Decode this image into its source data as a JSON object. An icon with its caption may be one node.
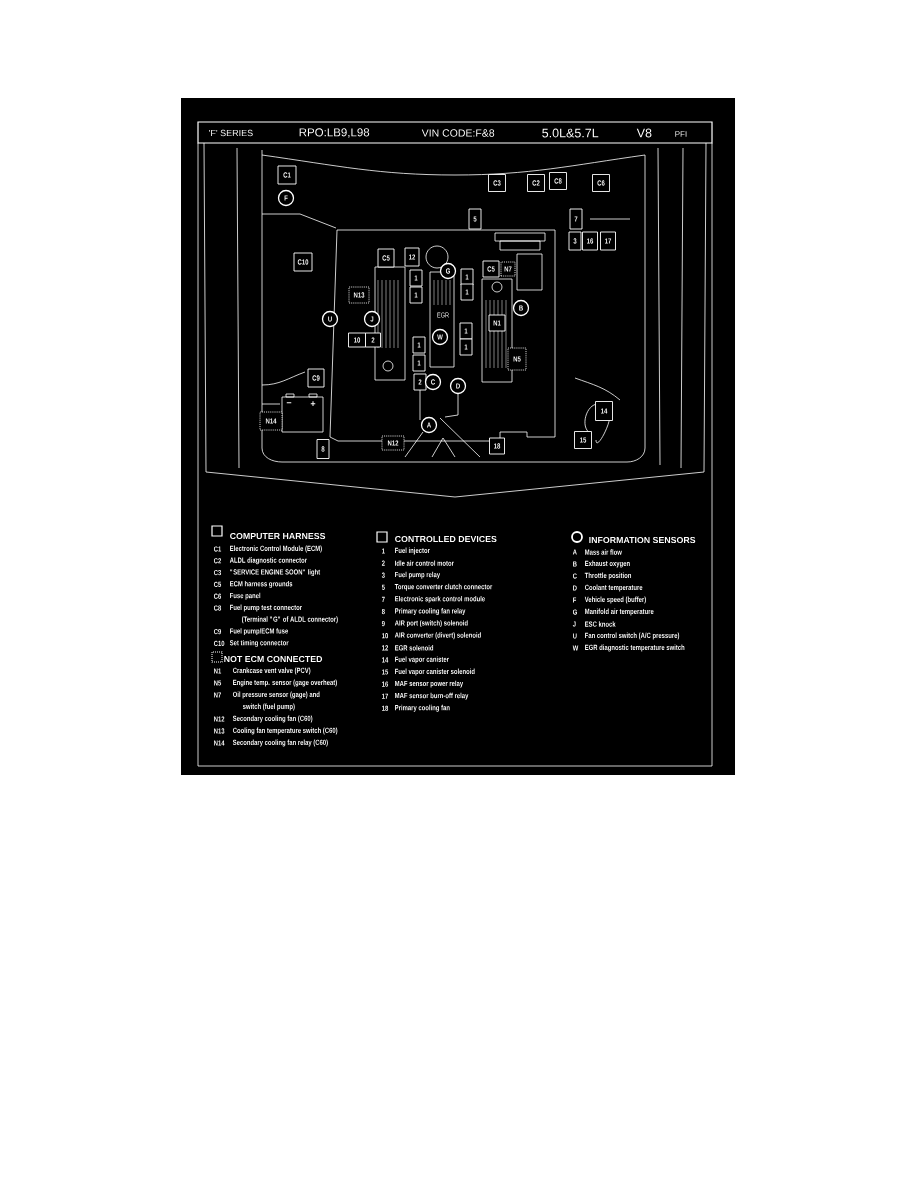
{
  "diagram": {
    "nodes": [
      {
        "text": [
          "C1"
        ]
      },
      {
        "text": [
          "F"
        ]
      },
      {
        "text": [
          "C3"
        ]
      },
      {
        "text": [
          "C2"
        ]
      },
      {
        "text": [
          "C8"
        ]
      },
      {
        "text": [
          "C6"
        ]
      },
      {
        "text": [
          "5"
        ]
      },
      {
        "text": [
          "7"
        ]
      },
      {
        "text": [
          "3"
        ]
      },
      {
        "text": [
          "16"
        ]
      },
      {
        "text": [
          "17"
        ]
      },
      {
        "text": [
          "C10"
        ]
      },
      {
        "text": [
          "C5"
        ]
      },
      {
        "text": [
          "12"
        ]
      },
      {
        "text": [
          "G"
        ]
      },
      {
        "text": [
          "1"
        ]
      },
      {
        "text": [
          "1"
        ]
      },
      {
        "text": [
          "1"
        ]
      },
      {
        "text": [
          "1"
        ]
      },
      {
        "text": [
          "C5"
        ]
      },
      {
        "text": [
          "N7"
        ]
      },
      {
        "text": [
          "N13"
        ]
      },
      {
        "text": [
          "U"
        ]
      },
      {
        "text": [
          "J"
        ]
      },
      {
        "text": [
          "B"
        ]
      },
      {
        "text": [
          "N1"
        ]
      },
      {
        "text": [
          "W"
        ]
      },
      {
        "text": [
          "1"
        ]
      },
      {
        "text": [
          "1"
        ]
      },
      {
        "text": [
          "10"
        ]
      },
      {
        "text": [
          "2"
        ]
      },
      {
        "text": [
          "1"
        ]
      },
      {
        "text": [
          "1"
        ]
      },
      {
        "text": [
          "N5"
        ]
      },
      {
        "text": [
          "C9"
        ]
      },
      {
        "text": [
          "2"
        ]
      },
      {
        "text": [
          "C"
        ]
      },
      {
        "text": [
          "D"
        ]
      },
      {
        "text": [
          "N14"
        ]
      },
      {
        "text": [
          "A"
        ]
      },
      {
        "text": [
          "14"
        ]
      },
      {
        "text": [
          "15"
        ]
      },
      {
        "text": [
          "N12"
        ]
      },
      {
        "text": [
          "8"
        ]
      },
      {
        "text": [
          "18"
        ]
      }
    ],
    "labels": [
      "'F' SERIES",
      "RPO:LB9,L98",
      "VIN CODE:F&8",
      "5.0L&5.7L",
      "V8",
      "PFI",
      "EGR",
      "−",
      "+",
      "C1",
      "Electronic Control Module (ECM)",
      "C2",
      "ALDL diagnostic connector",
      "C3",
      "\"SERVICE ENGINE SOON\" light",
      "C5",
      "ECM harness grounds",
      "C6",
      "Fuse panel",
      "C8",
      "Fuel pump test connector",
      "(Terminal \"G\" of ALDL connector)",
      "C9",
      "Fuel pump/ECM fuse",
      "C10",
      "Set timing connector",
      "N1",
      "Crankcase vent valve (PCV)",
      "N5",
      "Engine temp. sensor (gage overheat)",
      "N7",
      "Oil pressure sensor (gage) and",
      "switch (fuel pump)",
      "N12",
      "Secondary cooling fan (C60)",
      "N13",
      "Cooling fan temperature switch (C60)",
      "N14",
      "Secondary cooling fan relay (C60)",
      "1",
      "Fuel injector",
      "2",
      "Idle air control motor",
      "3",
      "Fuel pump relay",
      "5",
      "Torque converter clutch connector",
      "7",
      "Electronic spark control module",
      "8",
      "Primary cooling fan relay",
      "9",
      "AIR port (switch) solenoid",
      "10",
      "AIR converter (divert) solenoid",
      "12",
      "EGR solenoid",
      "14",
      "Fuel vapor canister",
      "15",
      "Fuel vapor canister solenoid",
      "16",
      "MAF sensor power relay",
      "17",
      "MAF sensor burn-off relay",
      "18",
      "Primary cooling fan",
      "A",
      "Mass air flow",
      "B",
      "Exhaust oxygen",
      "C",
      "Throttle position",
      "D",
      "Coolant temperature",
      "F",
      "Vehicle speed (buffer)",
      "G",
      "Manifold air temperature",
      "J",
      "ESC knock",
      "U",
      "Fan control switch (A/C pressure)",
      "W",
      "EGR diagnostic temperature switch"
    ],
    "legend": [
      {
        "text": "COMPUTER HARNESS"
      },
      {
        "text": "CONTROLLED DEVICES"
      },
      {
        "text": "INFORMATION SENSORS"
      },
      {
        "text": "NOT ECM CONNECTED"
      }
    ]
  }
}
